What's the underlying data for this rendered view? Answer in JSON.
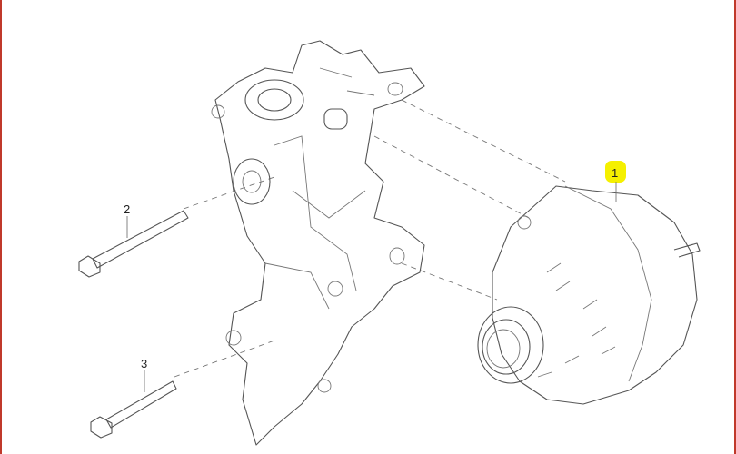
{
  "diagram": {
    "callouts": [
      {
        "label": "1",
        "part": "alternator",
        "highlight": "#f5f000"
      },
      {
        "label": "2",
        "part": "bolt"
      },
      {
        "label": "3",
        "part": "bolt"
      }
    ]
  },
  "colors": {
    "border": "#c0392b",
    "line": "#555555"
  }
}
